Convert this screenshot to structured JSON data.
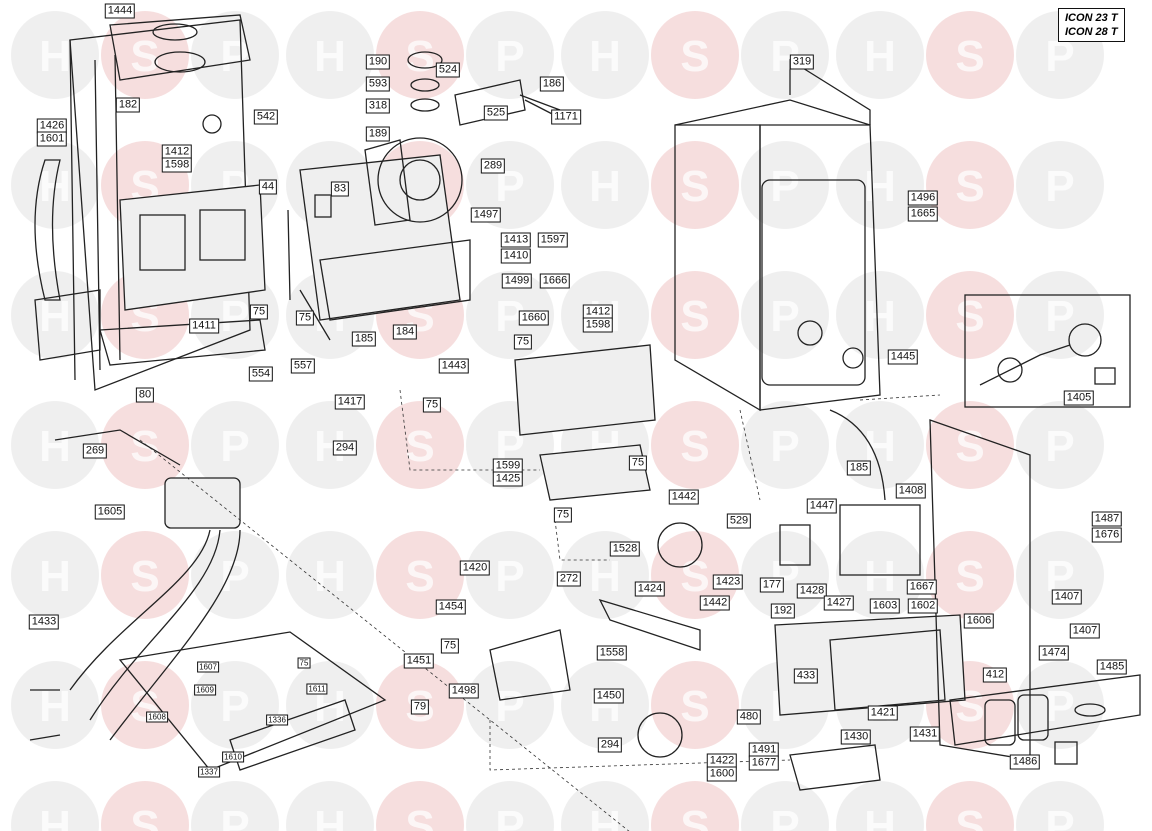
{
  "model": {
    "line1": "ICON 23 T",
    "line2": "ICON 28 T"
  },
  "watermark": {
    "letters": [
      "H",
      "S",
      "P"
    ]
  },
  "labels": [
    {
      "text": "1444"
    },
    {
      "text": "182"
    },
    {
      "text": "1426"
    },
    {
      "text": "1601"
    },
    {
      "text": "542"
    },
    {
      "text": "1412"
    },
    {
      "text": "1598"
    },
    {
      "text": "44"
    },
    {
      "text": "83"
    },
    {
      "text": "189"
    },
    {
      "text": "190"
    },
    {
      "text": "524"
    },
    {
      "text": "593"
    },
    {
      "text": "318"
    },
    {
      "text": "186"
    },
    {
      "text": "525"
    },
    {
      "text": "1171"
    },
    {
      "text": "289"
    },
    {
      "text": "1497"
    },
    {
      "text": "1413"
    },
    {
      "text": "1597"
    },
    {
      "text": "1410"
    },
    {
      "text": "1499"
    },
    {
      "text": "1666"
    },
    {
      "text": "75"
    },
    {
      "text": "1411"
    },
    {
      "text": "75"
    },
    {
      "text": "185"
    },
    {
      "text": "184"
    },
    {
      "text": "1660"
    },
    {
      "text": "75"
    },
    {
      "text": "554"
    },
    {
      "text": "557"
    },
    {
      "text": "1443"
    },
    {
      "text": "1412"
    },
    {
      "text": "1598"
    },
    {
      "text": "80"
    },
    {
      "text": "1417"
    },
    {
      "text": "75"
    },
    {
      "text": "269"
    },
    {
      "text": "294"
    },
    {
      "text": "1599"
    },
    {
      "text": "1425"
    },
    {
      "text": "75"
    },
    {
      "text": "1605"
    },
    {
      "text": "1442"
    },
    {
      "text": "75"
    },
    {
      "text": "529"
    },
    {
      "text": "1528"
    },
    {
      "text": "1420"
    },
    {
      "text": "272"
    },
    {
      "text": "1424"
    },
    {
      "text": "1423"
    },
    {
      "text": "177"
    },
    {
      "text": "1428"
    },
    {
      "text": "1454"
    },
    {
      "text": "1442"
    },
    {
      "text": "1433"
    },
    {
      "text": "75"
    },
    {
      "text": "1558"
    },
    {
      "text": "1451"
    },
    {
      "text": "1498"
    },
    {
      "text": "1450"
    },
    {
      "text": "79"
    },
    {
      "text": "480"
    },
    {
      "text": "294"
    },
    {
      "text": "1422"
    },
    {
      "text": "1600"
    },
    {
      "text": "1491"
    },
    {
      "text": "1677"
    },
    {
      "text": "319"
    },
    {
      "text": "1496"
    },
    {
      "text": "1665"
    },
    {
      "text": "1445"
    },
    {
      "text": "1405"
    },
    {
      "text": "185"
    },
    {
      "text": "1408"
    },
    {
      "text": "1447"
    },
    {
      "text": "1487"
    },
    {
      "text": "1676"
    },
    {
      "text": "1667"
    },
    {
      "text": "1427"
    },
    {
      "text": "1603"
    },
    {
      "text": "1602"
    },
    {
      "text": "192"
    },
    {
      "text": "1606"
    },
    {
      "text": "1407"
    },
    {
      "text": "1407"
    },
    {
      "text": "1474"
    },
    {
      "text": "1485"
    },
    {
      "text": "433"
    },
    {
      "text": "1421"
    },
    {
      "text": "412"
    },
    {
      "text": "1431"
    },
    {
      "text": "1430"
    },
    {
      "text": "1486"
    },
    {
      "text": "1607"
    },
    {
      "text": "75"
    },
    {
      "text": "1609"
    },
    {
      "text": "1611"
    },
    {
      "text": "1608"
    },
    {
      "text": "1336"
    },
    {
      "text": "1337"
    },
    {
      "text": "1610"
    }
  ]
}
